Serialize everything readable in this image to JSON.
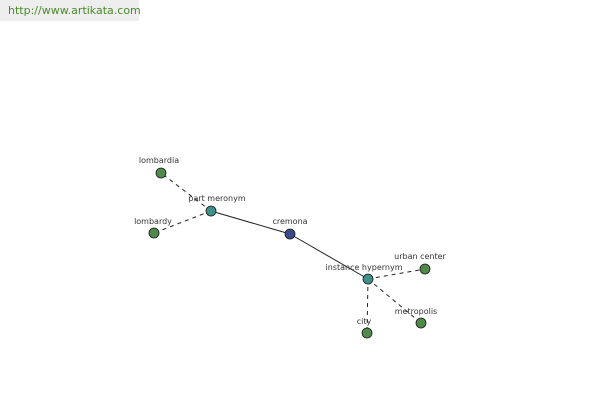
{
  "banner": {
    "url_text": "http://www.artikata.com",
    "text_color": "#4a8a2a"
  },
  "graph": {
    "colors": {
      "leaf": "#4f8a4a",
      "relation": "#3f8f8a",
      "center": "#3a4a8a",
      "edge": "#222222"
    },
    "nodes": [
      {
        "id": "cremona",
        "label": "cremona",
        "kind": "center"
      },
      {
        "id": "part-meronym",
        "label": "part meronym",
        "kind": "relation"
      },
      {
        "id": "instance-hypernym",
        "label": "instance hypernym",
        "kind": "relation"
      },
      {
        "id": "lombardia",
        "label": "lombardia",
        "kind": "leaf"
      },
      {
        "id": "lombardy",
        "label": "lombardy",
        "kind": "leaf"
      },
      {
        "id": "urban-center",
        "label": "urban center",
        "kind": "leaf"
      },
      {
        "id": "metropolis",
        "label": "metropolis",
        "kind": "leaf"
      },
      {
        "id": "city",
        "label": "city",
        "kind": "leaf"
      }
    ],
    "edges": [
      {
        "from": "part-meronym",
        "to": "cremona",
        "style": "solid"
      },
      {
        "from": "cremona",
        "to": "instance-hypernym",
        "style": "solid"
      },
      {
        "from": "part-meronym",
        "to": "lombardia",
        "style": "dashed"
      },
      {
        "from": "part-meronym",
        "to": "lombardy",
        "style": "dashed"
      },
      {
        "from": "instance-hypernym",
        "to": "urban-center",
        "style": "dashed"
      },
      {
        "from": "instance-hypernym",
        "to": "metropolis",
        "style": "dashed"
      },
      {
        "from": "instance-hypernym",
        "to": "city",
        "style": "dashed"
      }
    ]
  }
}
